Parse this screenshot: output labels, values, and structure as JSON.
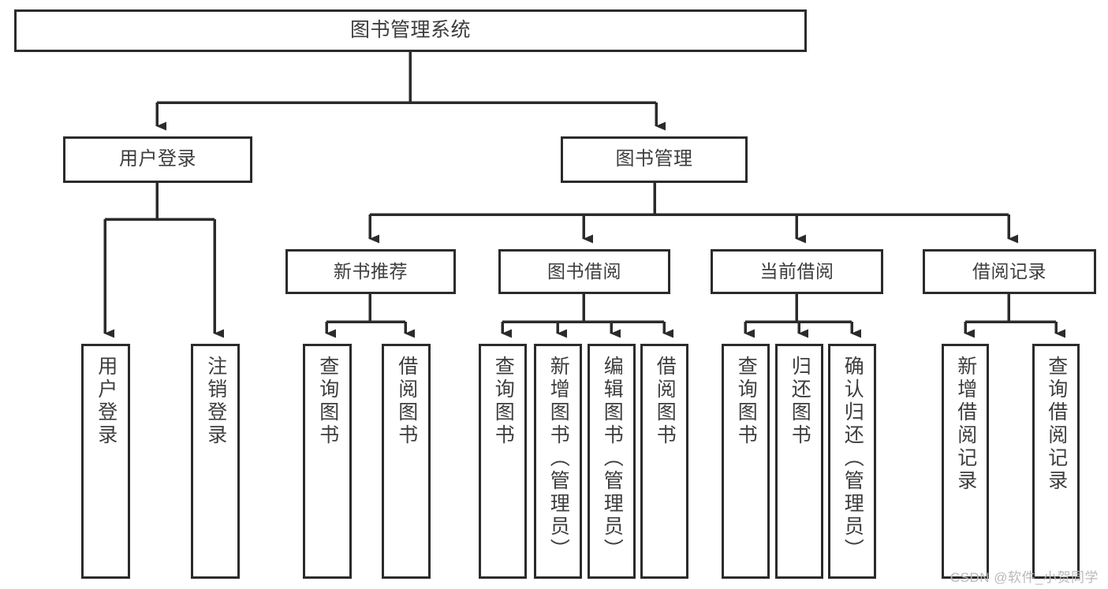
{
  "diagram": {
    "type": "tree",
    "title": "图书管理系统",
    "orientation": "top-down",
    "colors": {
      "box_border": "#2b2b2b",
      "box_fill": "#ffffff",
      "connector": "#2b2b2b",
      "text": "#3d3d3d",
      "background": "#ffffff",
      "watermark": "#b9b9b9"
    },
    "root": {
      "label": "图书管理系统"
    },
    "level2": [
      {
        "label": "用户登录"
      },
      {
        "label": "图书管理"
      }
    ],
    "level3": [
      {
        "label": "新书推荐"
      },
      {
        "label": "图书借阅"
      },
      {
        "label": "当前借阅"
      },
      {
        "label": "借阅记录"
      }
    ],
    "leaves": {
      "user_login": [
        {
          "label": "用户登录"
        },
        {
          "label": "注销登录"
        }
      ],
      "new_book_recommend": [
        {
          "label": "查询图书"
        },
        {
          "label": "借阅图书"
        }
      ],
      "book_borrow": [
        {
          "label": "查询图书"
        },
        {
          "label": "新增图书（管理员）"
        },
        {
          "label": "编辑图书（管理员）"
        },
        {
          "label": "借阅图书"
        }
      ],
      "current_borrow": [
        {
          "label": "查询图书"
        },
        {
          "label": "归还图书"
        },
        {
          "label": "确认归还（管理员）"
        }
      ],
      "borrow_record": [
        {
          "label": "新增借阅记录"
        },
        {
          "label": "查询借阅记录"
        }
      ]
    }
  },
  "watermark": {
    "text": "CSDN @软件_小贺同学"
  }
}
